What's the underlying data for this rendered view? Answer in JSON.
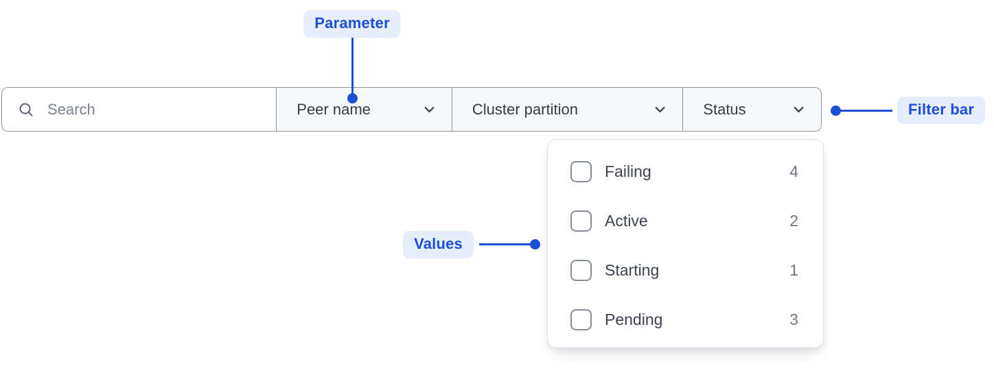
{
  "annotations": {
    "parameter": {
      "label": "Parameter"
    },
    "filter_bar": {
      "label": "Filter bar"
    },
    "values": {
      "label": "Values"
    }
  },
  "filter_bar": {
    "search": {
      "placeholder": "Search",
      "value": "",
      "icon": "search-icon"
    },
    "dropdowns": [
      {
        "label": "Peer name",
        "icon": "chevron-down-icon",
        "open": false
      },
      {
        "label": "Cluster partition",
        "icon": "chevron-down-icon",
        "open": false
      },
      {
        "label": "Status",
        "icon": "chevron-down-icon",
        "open": true
      }
    ]
  },
  "status_dropdown": {
    "options": [
      {
        "label": "Failing",
        "count": "4",
        "checked": false
      },
      {
        "label": "Active",
        "count": "2",
        "checked": false
      },
      {
        "label": "Starting",
        "count": "1",
        "checked": false
      },
      {
        "label": "Pending",
        "count": "3",
        "checked": false
      }
    ]
  },
  "colors": {
    "accent_blue": "#1d4ed8",
    "annotation_bg": "#e7eefb",
    "bar_border": "#8b9099",
    "segment_bg": "#f7f8f9",
    "text_dark": "#353b47",
    "text_muted": "#6f7683",
    "panel_border": "#dcdee3"
  }
}
